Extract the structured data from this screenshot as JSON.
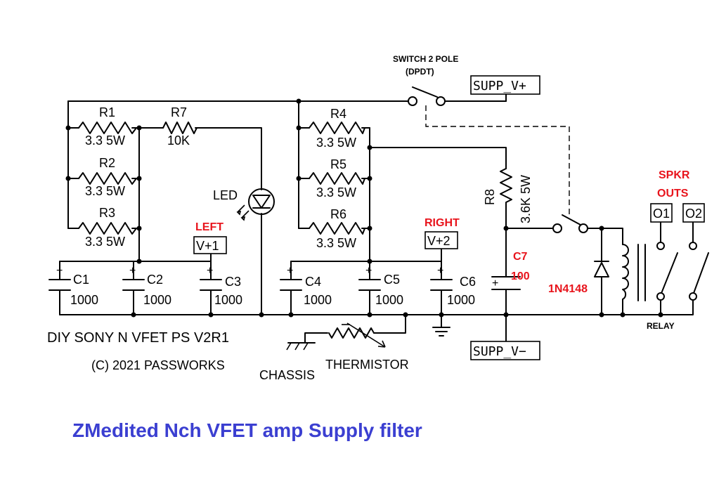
{
  "diagram": {
    "resistors": {
      "r1": {
        "ref": "R1",
        "value": "3.3 5W"
      },
      "r2": {
        "ref": "R2",
        "value": "3.3 5W"
      },
      "r3": {
        "ref": "R3",
        "value": "3.3 5W"
      },
      "r7": {
        "ref": "R7",
        "value": "10K"
      },
      "r4": {
        "ref": "R4",
        "value": "3.3 5W"
      },
      "r5": {
        "ref": "R5",
        "value": "3.3 5W"
      },
      "r6": {
        "ref": "R6",
        "value": "3.3 5W"
      },
      "r8": {
        "ref": "R8",
        "value": "3.6K 5W"
      }
    },
    "capacitors": {
      "c1": {
        "ref": "C1",
        "value": "1000",
        "plus": "+"
      },
      "c2": {
        "ref": "C2",
        "value": "1000",
        "plus": "+"
      },
      "c3": {
        "ref": "C3",
        "value": "1000",
        "plus": "+"
      },
      "c4": {
        "ref": "C4",
        "value": "1000",
        "plus": "+"
      },
      "c5": {
        "ref": "C5",
        "value": "1000",
        "plus": "+"
      },
      "c6": {
        "ref": "C6",
        "value": "1000",
        "plus": "+"
      },
      "c7": {
        "ref": "C7",
        "value": "100",
        "plus": "+"
      }
    },
    "led_label": "LED",
    "diode_label": "1N4148",
    "switch": {
      "line1": "SWITCH 2 POLE",
      "line2": "(DPDT)"
    },
    "ports": {
      "supp_vplus": "SUPP_V+",
      "supp_vminus": "SUPP_V−",
      "vplus1": "V+1",
      "vplus2": "V+2",
      "o1": "O1",
      "o2": "O2"
    },
    "labels": {
      "left": "LEFT",
      "right": "RIGHT",
      "spkr_line1": "SPKR",
      "spkr_line2": "OUTS",
      "relay": "RELAY",
      "chassis": "CHASSIS",
      "thermistor": "THERMISTOR"
    },
    "title": "DIY SONY N VFET PS V2R1",
    "copyright": "(C) 2021 PASSWORKS",
    "caption": "ZMedited Nch VFET amp Supply filter",
    "colors": {
      "annotation_red": "#e8141c",
      "caption_blue": "#3b3fd1"
    }
  }
}
